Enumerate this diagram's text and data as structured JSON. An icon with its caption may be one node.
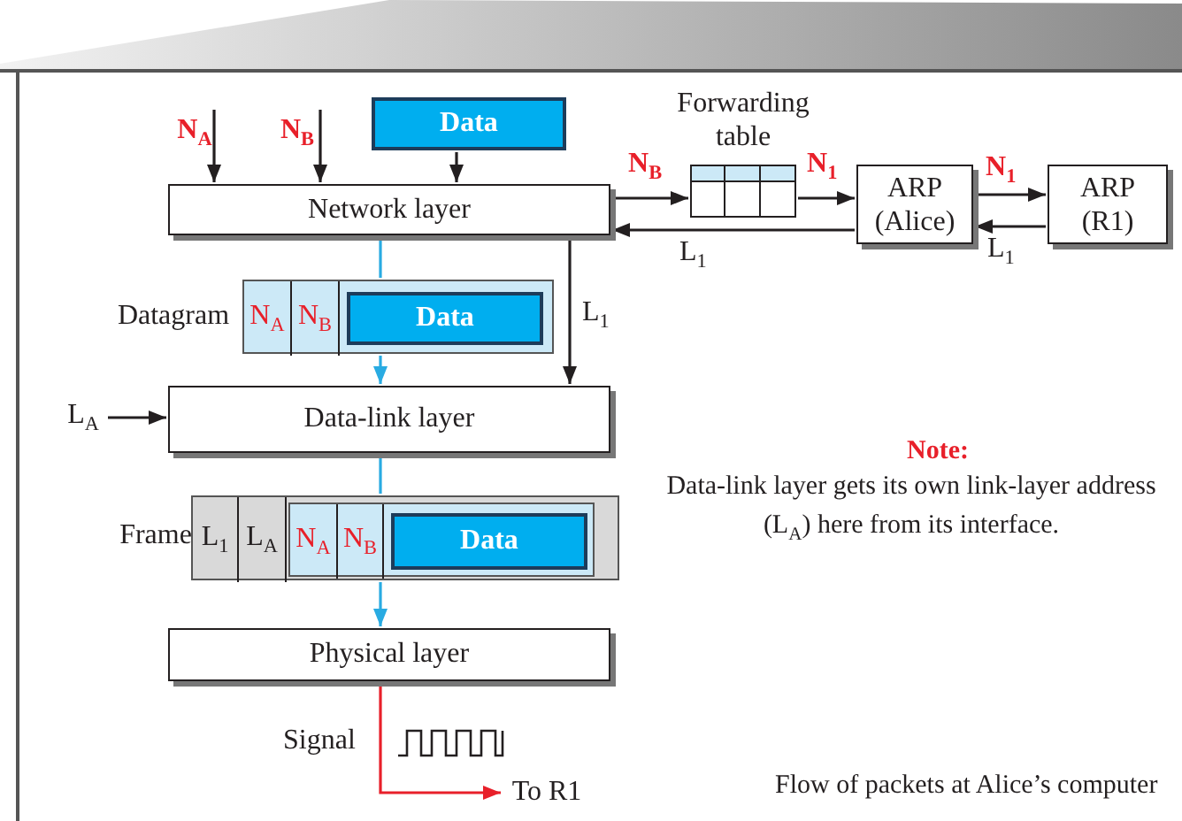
{
  "diagram": {
    "caption": "Flow of packets at Alice’s computer",
    "nodes": [
      {
        "text": [
          "N$_{A}$"
        ]
      },
      {
        "text": [
          "N$_{B}$"
        ]
      },
      {
        "text": [
          "Data"
        ]
      },
      {
        "text": [
          "Network layer"
        ]
      },
      {
        "text": [
          "Forwarding table"
        ]
      },
      {
        "text": [
          "ARP (Alice)"
        ]
      },
      {
        "text": [
          "ARP (R1)"
        ]
      },
      {
        "text": [
          "Datagram"
        ]
      },
      {
        "text": [
          "N$_{A}$"
        ],
        "in": 7
      },
      {
        "text": [
          "N$_{B}$"
        ],
        "in": 7
      },
      {
        "text": [
          "Data"
        ],
        "in": 7
      },
      {
        "text": [
          "Data-link layer"
        ]
      },
      {
        "text": [
          "L$_{A}$"
        ]
      },
      {
        "text": [
          "Frame"
        ]
      },
      {
        "text": [
          "L$_{1}$"
        ],
        "in": 13
      },
      {
        "text": [
          "L$_{A}$"
        ],
        "in": 13
      },
      {
        "text": [],
        "shape": "box",
        "in": 13
      },
      {
        "text": [
          "N$_{A}$"
        ],
        "in": 16
      },
      {
        "text": [
          "N$_{B}$"
        ],
        "in": 16
      },
      {
        "text": [
          "Data"
        ],
        "in": 16
      },
      {
        "text": [
          "Physical layer"
        ]
      },
      {
        "text": [
          "To R1"
        ]
      }
    ],
    "edges": [
      {
        "from": 0,
        "to": 3,
        "arrow": "to"
      },
      {
        "from": 1,
        "to": 3,
        "arrow": "to"
      },
      {
        "from": 2,
        "to": 3,
        "arrow": "to"
      },
      {
        "from": 3,
        "to": 4,
        "arrow": "to",
        "label": "N$_{B}$"
      },
      {
        "from": 4,
        "to": 5,
        "arrow": "to",
        "label": "N$_{1}$"
      },
      {
        "from": 5,
        "to": 6,
        "arrow": "to",
        "label": "N$_{1}$"
      },
      {
        "from": 6,
        "to": 5,
        "arrow": "to",
        "label": "L$_{1}$"
      },
      {
        "from": 5,
        "to": 3,
        "arrow": "to",
        "label": "L$_{1}$"
      },
      {
        "from": 3,
        "to": 7,
        "arrow": "none",
        "color": "#29abe2"
      },
      {
        "from": 7,
        "to": 11,
        "arrow": "to",
        "color": "#29abe2"
      },
      {
        "from": 3,
        "to": 11,
        "arrow": "to",
        "label": "L$_{1}$"
      },
      {
        "from": 12,
        "to": 11,
        "arrow": "to"
      },
      {
        "from": 11,
        "to": 13,
        "arrow": "none",
        "color": "#29abe2"
      },
      {
        "from": 13,
        "to": 20,
        "arrow": "to",
        "color": "#29abe2"
      },
      {
        "from": 20,
        "to": 21,
        "arrow": "to",
        "label": "Signal",
        "color": "#e8202a"
      }
    ],
    "labels": [
      "Note:",
      "Data-link layer gets its own link-layer address (L$_{A}$) here from its interface."
    ]
  }
}
